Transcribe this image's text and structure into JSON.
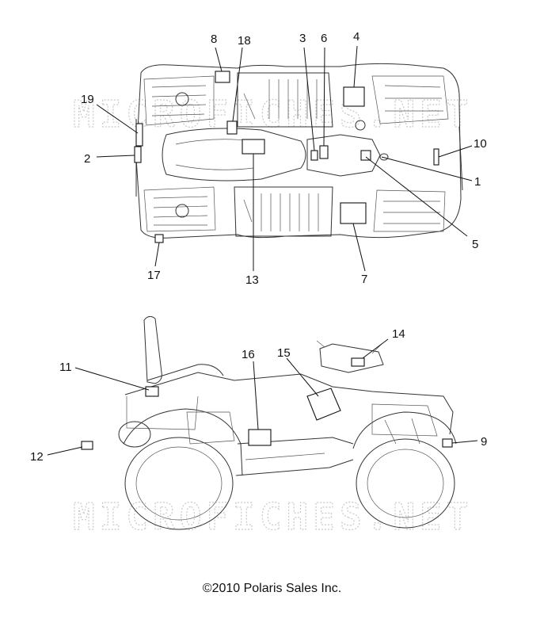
{
  "watermark": "MICROFICHES.NET",
  "copyright": "©2010 Polaris Sales Inc.",
  "top_view": {
    "callouts": [
      "1",
      "2",
      "3",
      "4",
      "5",
      "6",
      "7",
      "8",
      "10",
      "13",
      "17",
      "18",
      "19"
    ]
  },
  "side_view": {
    "callouts": [
      "9",
      "11",
      "12",
      "14",
      "15",
      "16"
    ]
  },
  "labels": {
    "c1": "1",
    "c2": "2",
    "c3": "3",
    "c4": "4",
    "c5": "5",
    "c6": "6",
    "c7": "7",
    "c8": "8",
    "c9": "9",
    "c10": "10",
    "c11": "11",
    "c12": "12",
    "c13": "13",
    "c14": "14",
    "c15": "15",
    "c16": "16",
    "c17": "17",
    "c18": "18",
    "c19": "19"
  }
}
